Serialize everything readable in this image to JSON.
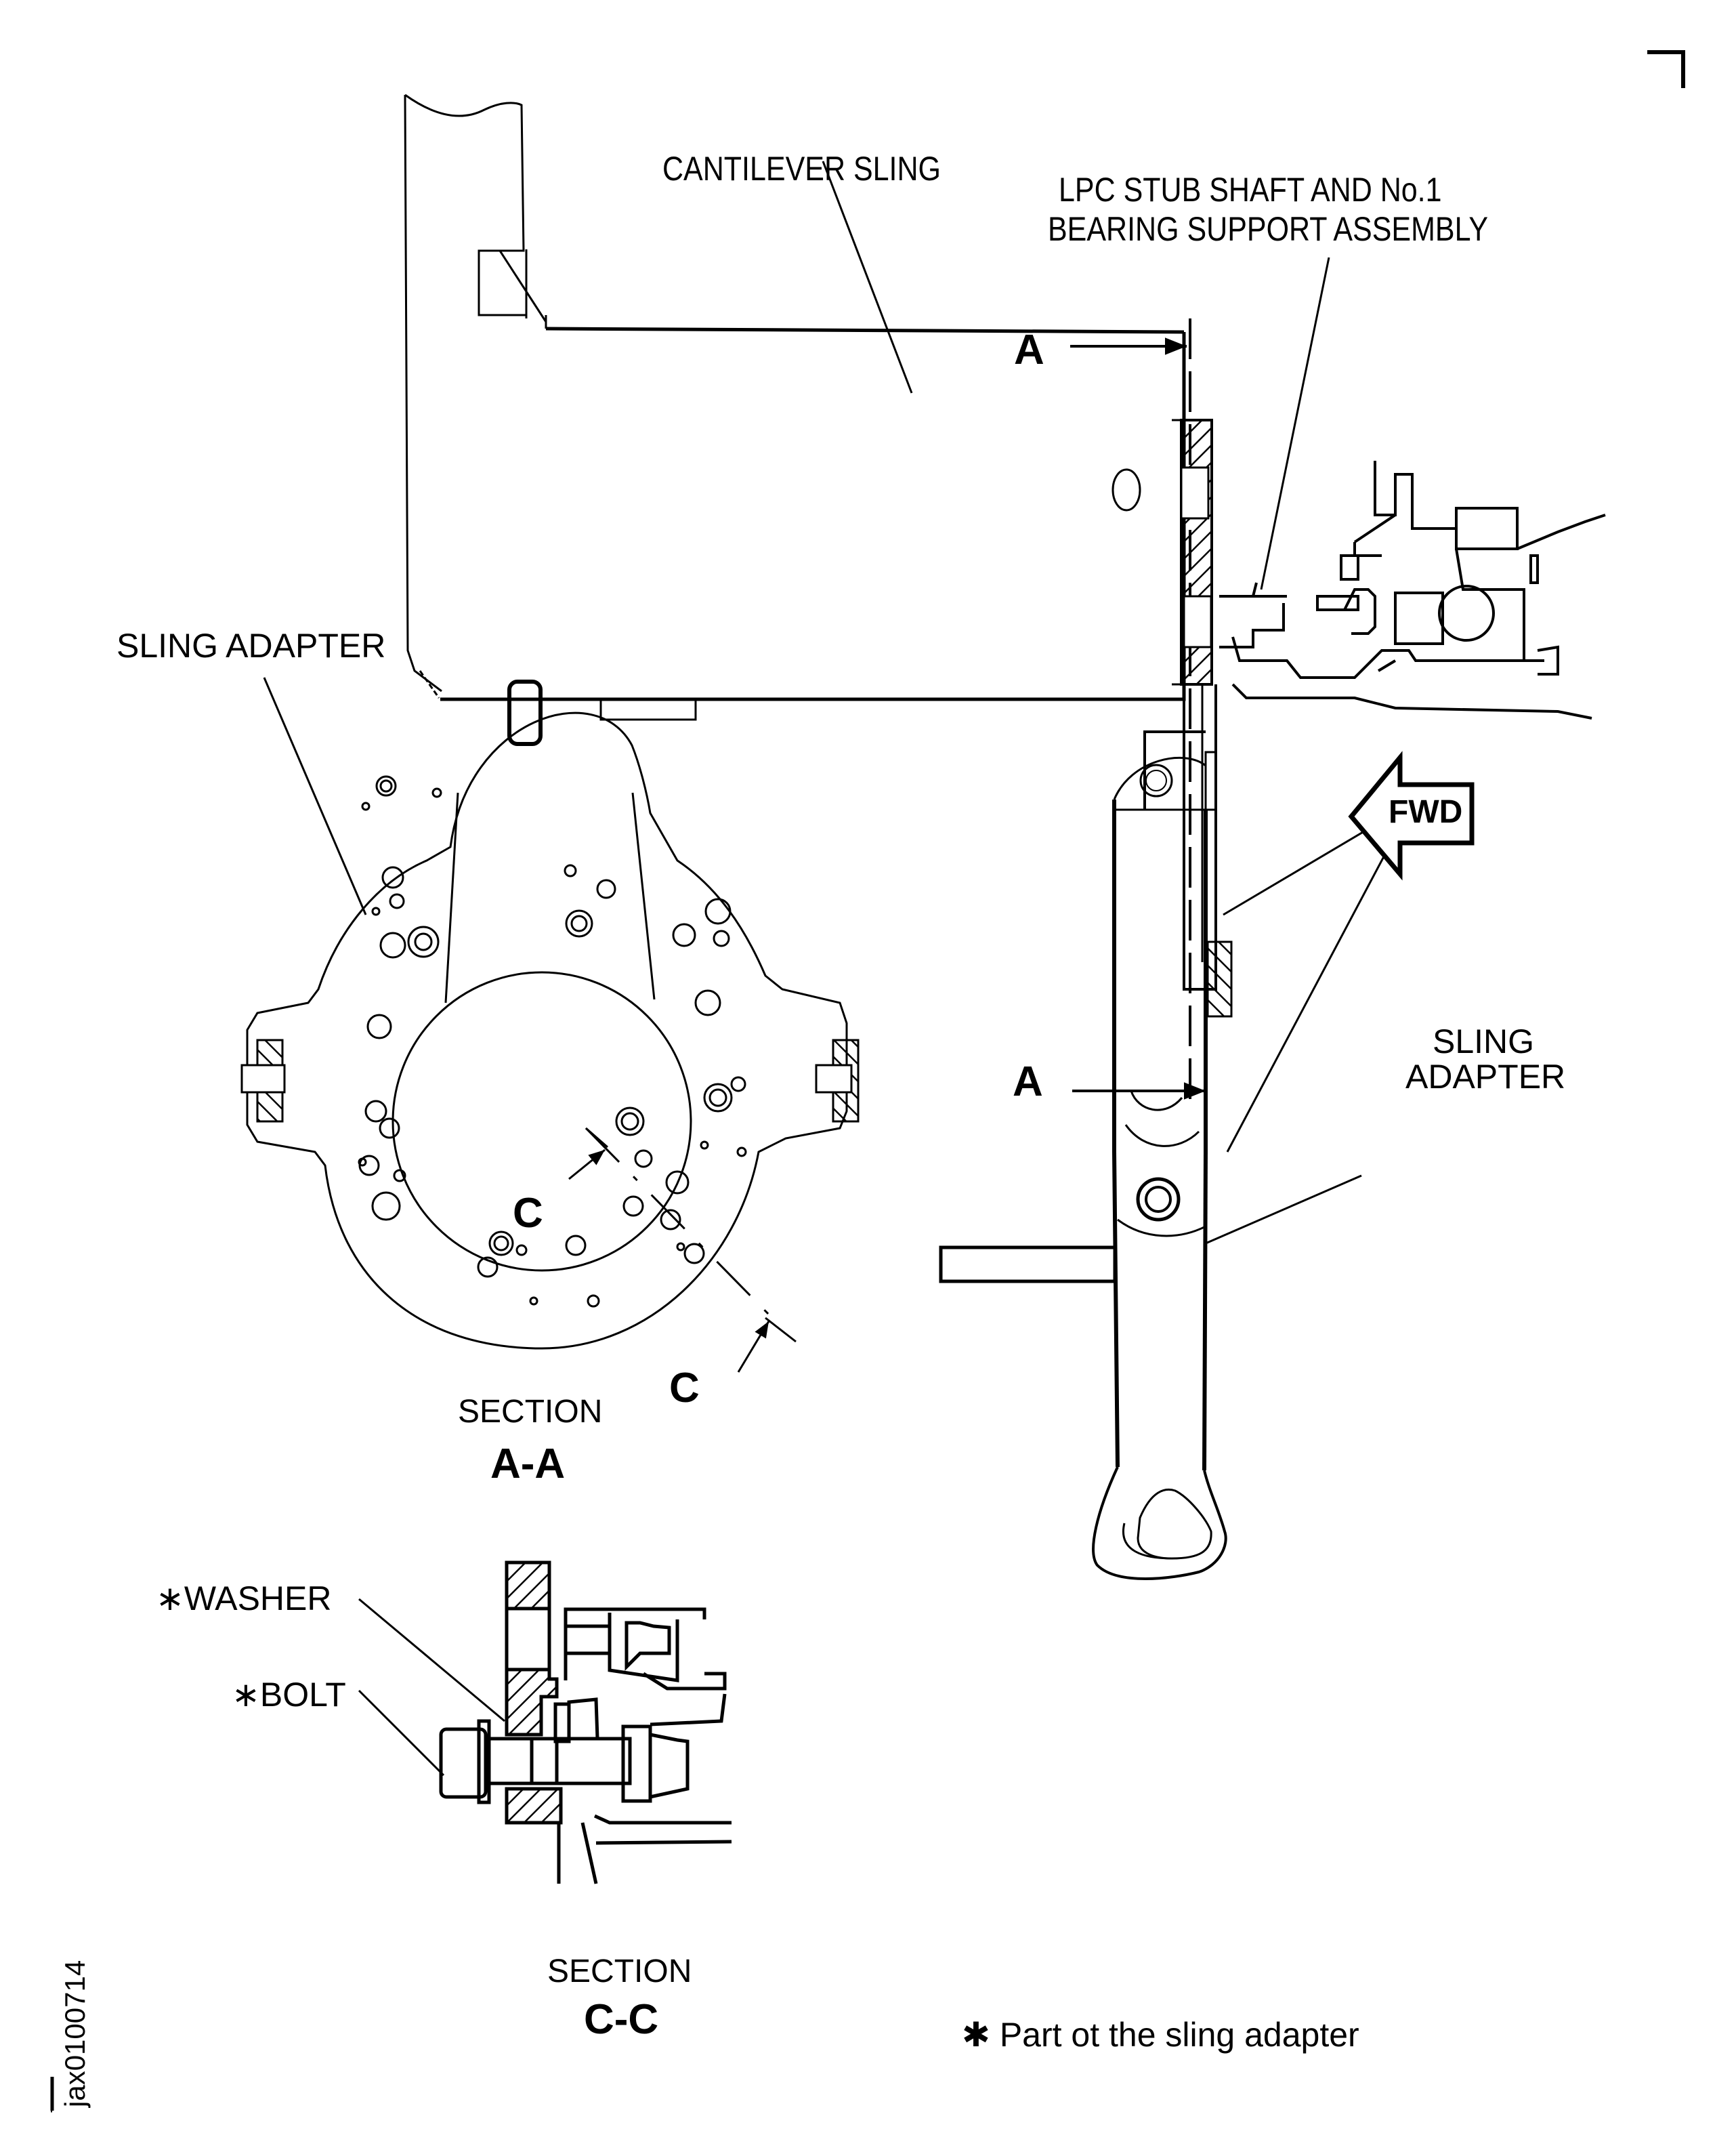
{
  "figure_id": "jax0100714",
  "labels": {
    "cantilever_sling": "CANTILEVER SLING",
    "lpc_line1": "LPC  STUB  SHAFT  AND  No.1",
    "lpc_line2": "BEARING  SUPPORT  ASSEMBLY",
    "sling_adapter_left": "SLING ADAPTER",
    "sling_adapter_right_1": "SLING",
    "sling_adapter_right_2": "ADAPTER",
    "fwd": "FWD",
    "section_a_marker_top": "A",
    "section_a_marker_bottom": "A",
    "section_c_marker_1": "C",
    "section_c_marker_2": "C",
    "washer": "∗WASHER",
    "bolt": "∗BOLT"
  },
  "sections": {
    "aa_word": "SECTION",
    "aa_name": "A-A",
    "cc_word": "SECTION",
    "cc_name": "C-C"
  },
  "footnote": {
    "symbol": "✱",
    "text": "Part ot the sling adapter"
  },
  "colors": {
    "ink": "#000000",
    "paper": "#ffffff"
  }
}
